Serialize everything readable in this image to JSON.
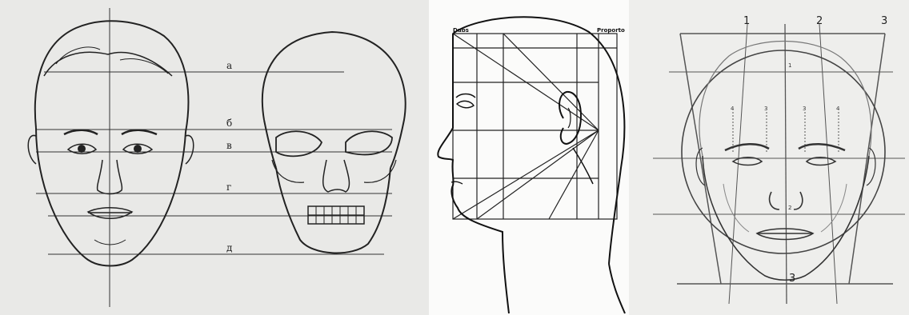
{
  "panel1": {
    "labels": [
      "а",
      "б",
      "в",
      "г",
      "д"
    ]
  },
  "panel2": {
    "label_left": "Dubs",
    "label_right": "Proporto"
  },
  "panel3": {
    "top_numbers": [
      "1",
      "2",
      "3"
    ],
    "row_numbers": [
      "4",
      "3",
      "3",
      "4"
    ],
    "center_marks": [
      "1",
      "2",
      "3"
    ]
  }
}
